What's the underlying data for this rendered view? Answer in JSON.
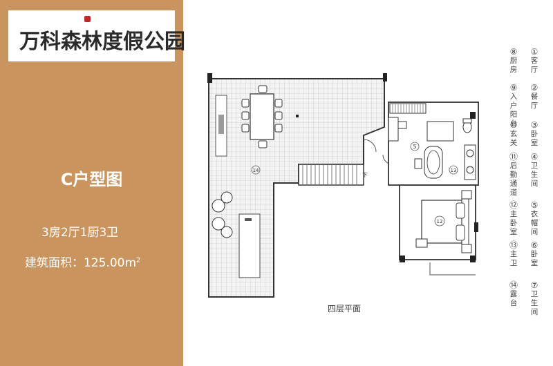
{
  "brand": {
    "logo_text": "万科森林度假公园"
  },
  "unit": {
    "title": "C户型图",
    "layout": "3房2厅1厨3卫",
    "area_label": "建筑面积：",
    "area_value": "125.00",
    "area_unit": "m",
    "area_sup": "2"
  },
  "plan": {
    "floor_label": "四层平面",
    "rooms": [
      {
        "num": "5"
      },
      {
        "num": "12"
      },
      {
        "num": "13"
      },
      {
        "num": "14"
      }
    ]
  },
  "legend": {
    "items": [
      {
        "num": "1",
        "label": "客厅"
      },
      {
        "num": "2",
        "label": "餐厅"
      },
      {
        "num": "3",
        "label": "卧室"
      },
      {
        "num": "4",
        "label": "卫生间"
      },
      {
        "num": "5",
        "label": "衣帽间"
      },
      {
        "num": "6",
        "label": "卧室"
      },
      {
        "num": "7",
        "label": "卫生间"
      },
      {
        "num": "8",
        "label": "厨房"
      },
      {
        "num": "9",
        "label": "入户阳台"
      },
      {
        "num": "10",
        "label": "玄关"
      },
      {
        "num": "11",
        "label": "后勤通道"
      },
      {
        "num": "12",
        "label": "主卧室"
      },
      {
        "num": "13",
        "label": "主卫"
      },
      {
        "num": "14",
        "label": "露台"
      }
    ]
  }
}
